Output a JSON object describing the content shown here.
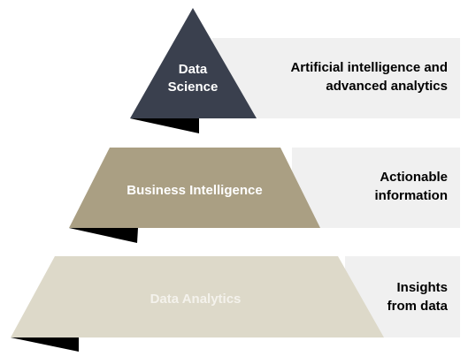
{
  "tiers": [
    {
      "label_lines": [
        "Data",
        "Science"
      ],
      "description_lines": [
        "Artificial intelligence and",
        "advanced analytics"
      ],
      "color": "#3a404e"
    },
    {
      "label_lines": [
        "Business Intelligence"
      ],
      "description_lines": [
        "Actionable",
        "information"
      ],
      "color": "#aa9f83"
    },
    {
      "label_lines": [
        "Data Analytics"
      ],
      "description_lines": [
        "Insights",
        "from data"
      ],
      "color": "#ddd9c9"
    }
  ],
  "colors": {
    "band": "#f0f0f0",
    "shadow": "#000000",
    "description_text": "#000000"
  }
}
